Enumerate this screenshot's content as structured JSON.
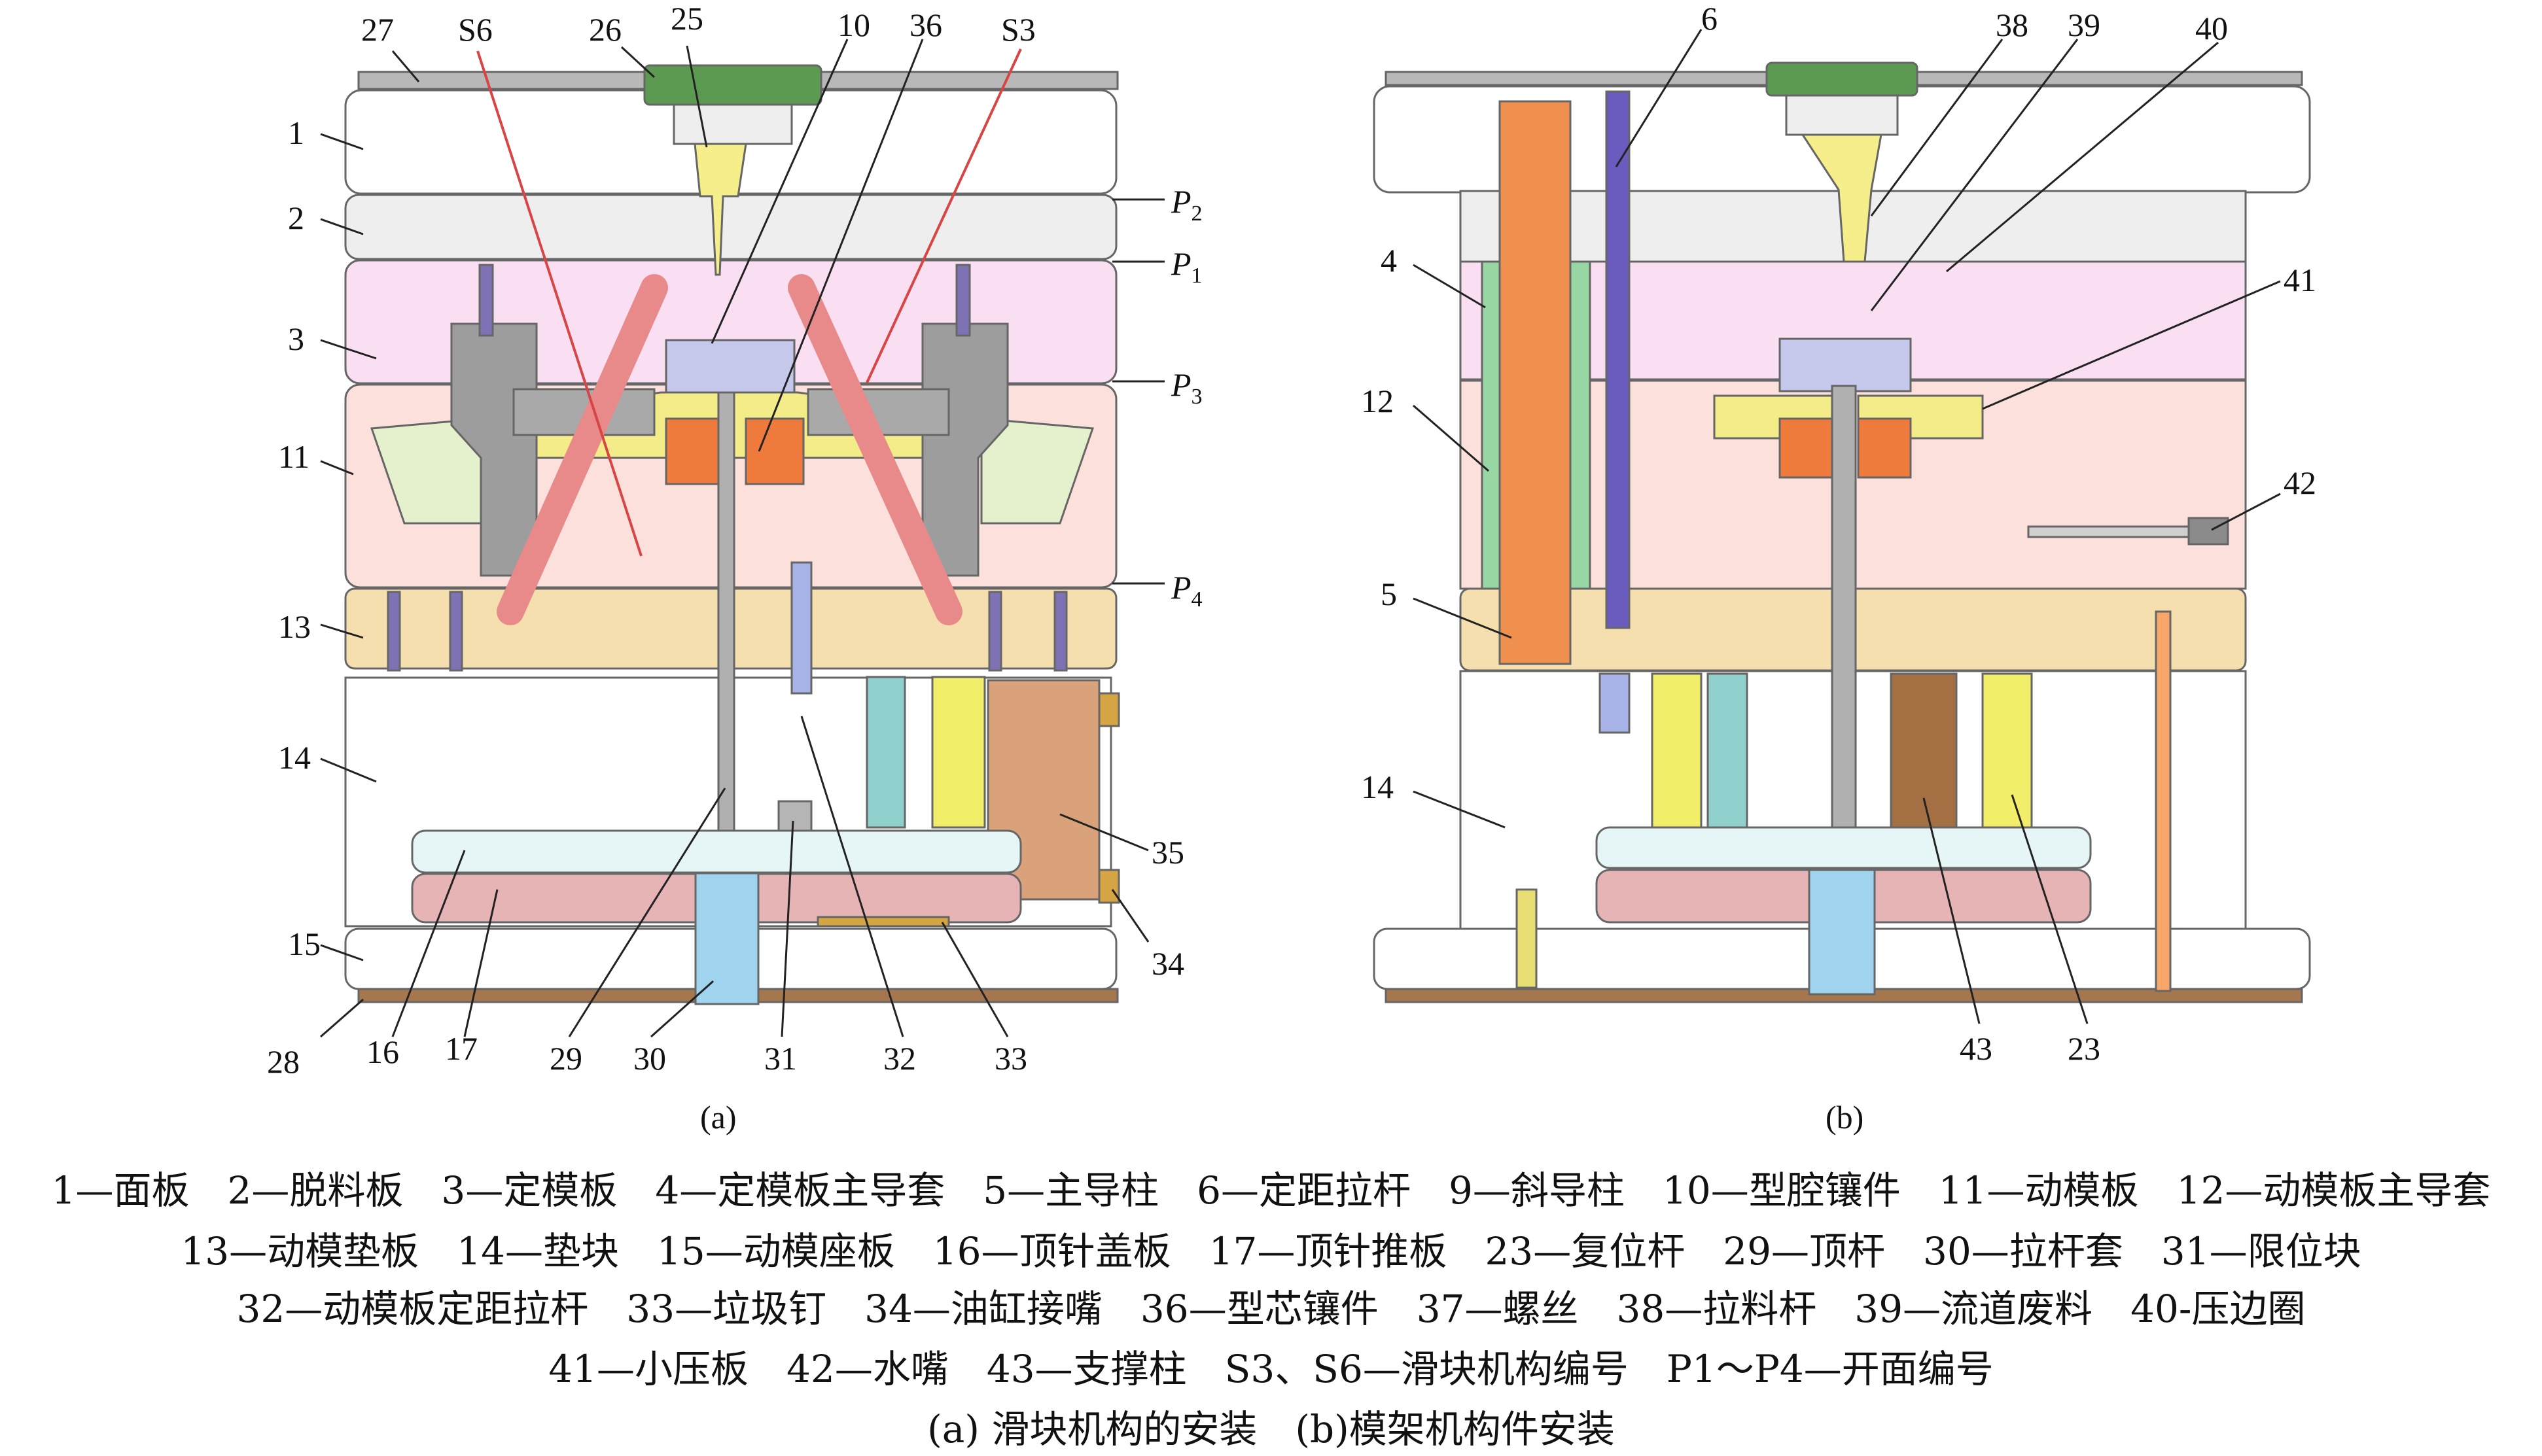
{
  "panel_a": {
    "caption": "(a)",
    "labels_top": [
      "27",
      "S6",
      "26",
      "25",
      "10",
      "36",
      "S3"
    ],
    "labels_left": [
      "1",
      "2",
      "3",
      "11",
      "13",
      "14",
      "15"
    ],
    "labels_right": [
      "35",
      "34"
    ],
    "labels_bottom": [
      "28",
      "16",
      "17",
      "29",
      "30",
      "31",
      "32",
      "33"
    ],
    "parting_lines": [
      "P2",
      "P1",
      "P3",
      "P4"
    ]
  },
  "panel_b": {
    "caption": "(b)",
    "labels_top": [
      "6",
      "38",
      "39",
      "40"
    ],
    "labels_left": [
      "4",
      "12",
      "5",
      "14"
    ],
    "labels_right": [
      "41",
      "42"
    ],
    "labels_bottom": [
      "43",
      "23"
    ]
  },
  "legend": [
    "1—面板　2—脱料板　3—定模板　4—定模板主导套　5—主导柱　6—定距拉杆　9—斜导柱　10—型腔镶件　11—动模板　12—动模板主导套",
    "13—动模垫板　14—垫块　15—动模座板　16—顶针盖板　17—顶针推板　23—复位杆　29—顶杆　30—拉杆套　31—限位块",
    "32—动模板定距拉杆　33—垃圾钉　34—油缸接嘴　36—型芯镶件　37—螺丝　38—拉料杆　39—流道废料　40-压边圈",
    "41—小压板　42—水嘴　43—支撑柱　S3、S6—滑块机构编号　P1～P4—开面编号",
    "(a) 滑块机构的安装　(b)模架机构件安装"
  ]
}
